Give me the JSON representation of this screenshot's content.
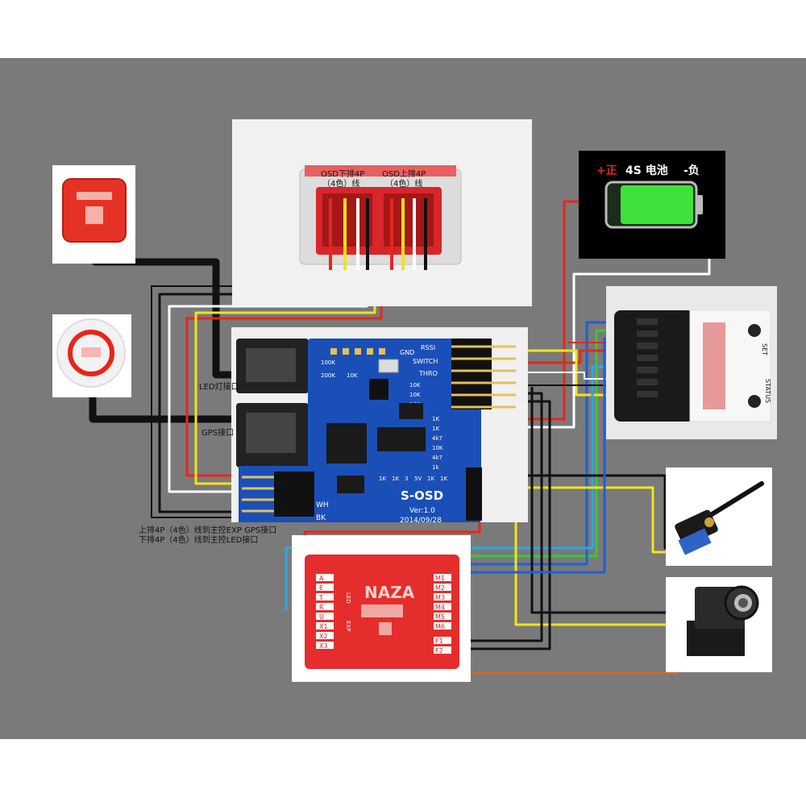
{
  "connector_photo": {
    "lower_row_label": "OSD下排4P",
    "lower_row_sub": "（4色）线",
    "upper_row_label": "OSD上排4P",
    "upper_row_sub": "（4色）线"
  },
  "battery": {
    "positive": "+正",
    "name": "4S 电池",
    "negative": "-负"
  },
  "osd_board": {
    "model": "S-OSD",
    "version": "Ver:1.0",
    "date": "2014/09/28",
    "header_labels": [
      "GND",
      "RSSI",
      "SWITCH",
      "THRO"
    ],
    "resistor_labels_left": [
      "100K",
      "200K",
      "10K"
    ],
    "resistor_labels_right": [
      "10K",
      "10K",
      "10K"
    ],
    "side_pins_right": [
      "1K",
      "1K",
      "4k7",
      "10K",
      "4k7",
      "1k"
    ],
    "bottom_row_labels": [
      "1K",
      "1K",
      "3",
      "5V",
      "1K",
      "1K"
    ],
    "left_pin_labels": [
      "WH",
      "BK"
    ],
    "led_port_label": "LED灯接口",
    "gps_port_label": "GPS接口"
  },
  "notes": {
    "line1": "上排4P（4色）线到主控EXP GPS接口",
    "line2": "下排4P（4色）线到主控LED接口"
  },
  "receiver": {
    "set_label": "SET",
    "status_label": "STATUS"
  },
  "controller": {
    "brand": "NAZA",
    "left_pins": [
      "A",
      "E",
      "T",
      "R",
      "U",
      "X1",
      "X2",
      "X3"
    ],
    "right_pins": [
      "M1",
      "M2",
      "M3",
      "M4",
      "M5",
      "M6",
      "F1",
      "F2"
    ],
    "led_group": "LED",
    "exp_group": "EXP"
  },
  "colors": {
    "background": "#7a7a7a",
    "red": "#e8251c",
    "yellow": "#f3e21b",
    "white": "#ffffff",
    "black": "#111111",
    "blue": "#1f5fd6",
    "light_blue": "#2aa8e8",
    "green": "#39c83a",
    "orange": "#d06a2a",
    "board_blue": "#1b4fb8",
    "naza_red": "#e52d2d"
  },
  "icons": [
    "gps-module-icon",
    "led-module-icon",
    "battery-icon",
    "transmitter-antenna-icon",
    "camera-icon"
  ]
}
